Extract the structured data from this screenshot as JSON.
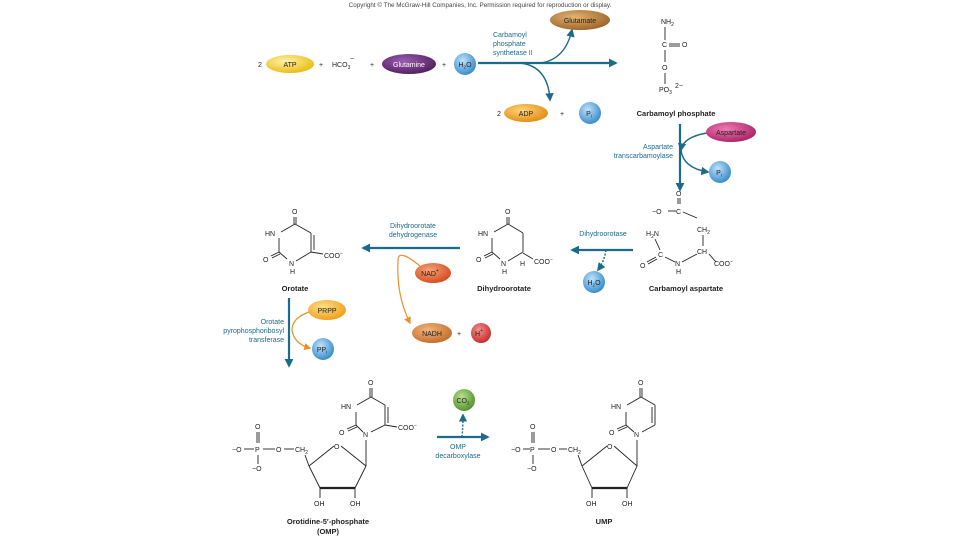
{
  "copyright": "Copyright © The McGraw-Hill Companies, Inc. Permission required for reproduction or display.",
  "step1": {
    "coef_atp": "2",
    "atp": "ATP",
    "hco3": "HCO",
    "hco3_sub": "3",
    "hco3_sup": "−",
    "glutamine": "Glutamine",
    "h2o_h": "H",
    "h2o_sub": "2",
    "h2o_o": "O",
    "glutamate": "Glutamate",
    "enzyme_l1": "Carbamoyl",
    "enzyme_l2": "phosphate",
    "enzyme_l3": "synthetase II",
    "coef_adp": "2",
    "adp": "ADP",
    "pi": "P",
    "pi_sub": "i",
    "product": "Carbamoyl phosphate"
  },
  "step2": {
    "aspartate": "Aspartate",
    "enzyme_l1": "Aspartate",
    "enzyme_l2": "transcarbamoylase",
    "pi": "P",
    "pi_sub": "i",
    "product": "Carbamoyl aspartate"
  },
  "step3": {
    "enzyme": "Dihydroorotase",
    "h2o_h": "H",
    "h2o_sub": "2",
    "h2o_o": "O",
    "product": "Dihydroorotate"
  },
  "step4": {
    "enzyme_l1": "Dihydroorotate",
    "enzyme_l2": "dehydrogenase",
    "nad": "NAD",
    "nad_sup": "+",
    "nadh": "NADH",
    "h": "H",
    "h_sup": "+",
    "product": "Orotate"
  },
  "step5": {
    "enzyme_l1": "Orotate",
    "enzyme_l2": "pyrophosphoribosyl",
    "enzyme_l3": "transferase",
    "prpp": "PRPP",
    "ppi": "PP",
    "ppi_sub": "i",
    "product_l1": "Orotidine-5′-phosphate",
    "product_l2": "(OMP)"
  },
  "step6": {
    "enzyme_l1": "OMP",
    "enzyme_l2": "decarboxylase",
    "co2": "CO",
    "co2_sub": "2",
    "product": "UMP"
  },
  "atoms": {
    "nh2": "NH",
    "nh2_sub": "2",
    "c": "C",
    "o": "O",
    "po3": "PO",
    "po3_sub": "3",
    "po3_sup": "2−",
    "hn": "HN",
    "n": "N",
    "h": "H",
    "ch": "CH",
    "ch2": "CH",
    "ch2_sub": "2",
    "h2n": "H",
    "h2n_sub": "2",
    "h2n_n": "N",
    "coo": "COO",
    "coo_sup": "−",
    "ominus": "−O",
    "p": "P",
    "oh": "OH",
    "plus": "+"
  },
  "colors": {
    "enzyme_text": "#1b6b8a",
    "arrow": "#1b6b8a",
    "atp_yellow": "#f3d234",
    "glutamine_purple": "#6b2d7e",
    "water_blue": "#4aa3df",
    "glutamate_brown": "#b57a33",
    "adp_orange": "#f0a21f",
    "aspartate_magenta": "#c4307a",
    "nad_orange": "#e8652b",
    "nadh_brown": "#d07c3a",
    "h_red": "#d93b3b",
    "prpp_orange": "#f5b22a",
    "co2_green": "#6fae45"
  }
}
